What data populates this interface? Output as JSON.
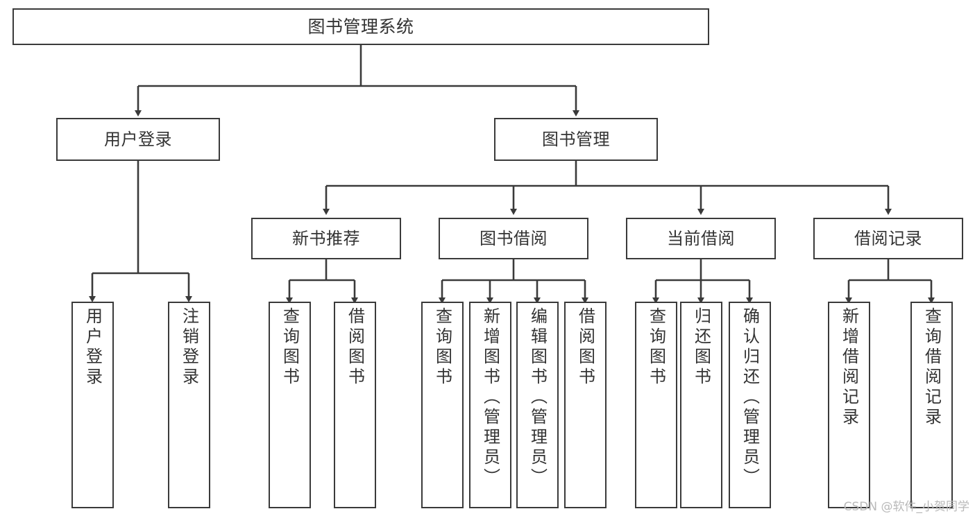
{
  "diagram": {
    "title": "图书管理系统",
    "type": "tree",
    "stroke_color": "#3a3a3a",
    "text_color": "#333333",
    "background": "#ffffff"
  },
  "root": {
    "label": "图书管理系统"
  },
  "level2": [
    {
      "label": "用户登录"
    },
    {
      "label": "图书管理"
    }
  ],
  "level3": [
    {
      "label": "新书推荐"
    },
    {
      "label": "图书借阅"
    },
    {
      "label": "当前借阅"
    },
    {
      "label": "借阅记录"
    }
  ],
  "leaves": {
    "user_login": [
      {
        "label": "用户登录"
      },
      {
        "label": "注销登录"
      }
    ],
    "new_book_recommend": [
      {
        "label": "查询图书"
      },
      {
        "label": "借阅图书"
      }
    ],
    "book_borrow": [
      {
        "label": "查询图书"
      },
      {
        "label": "新增图书（管理员）"
      },
      {
        "label": "编辑图书（管理员）"
      },
      {
        "label": "借阅图书"
      }
    ],
    "current_borrow": [
      {
        "label": "查询图书"
      },
      {
        "label": "归还图书"
      },
      {
        "label": "确认归还（管理员）"
      }
    ],
    "borrow_record": [
      {
        "label": "新增借阅记录"
      },
      {
        "label": "查询借阅记录"
      }
    ]
  },
  "watermark": {
    "text": "CSDN @软件_小贺同学"
  }
}
